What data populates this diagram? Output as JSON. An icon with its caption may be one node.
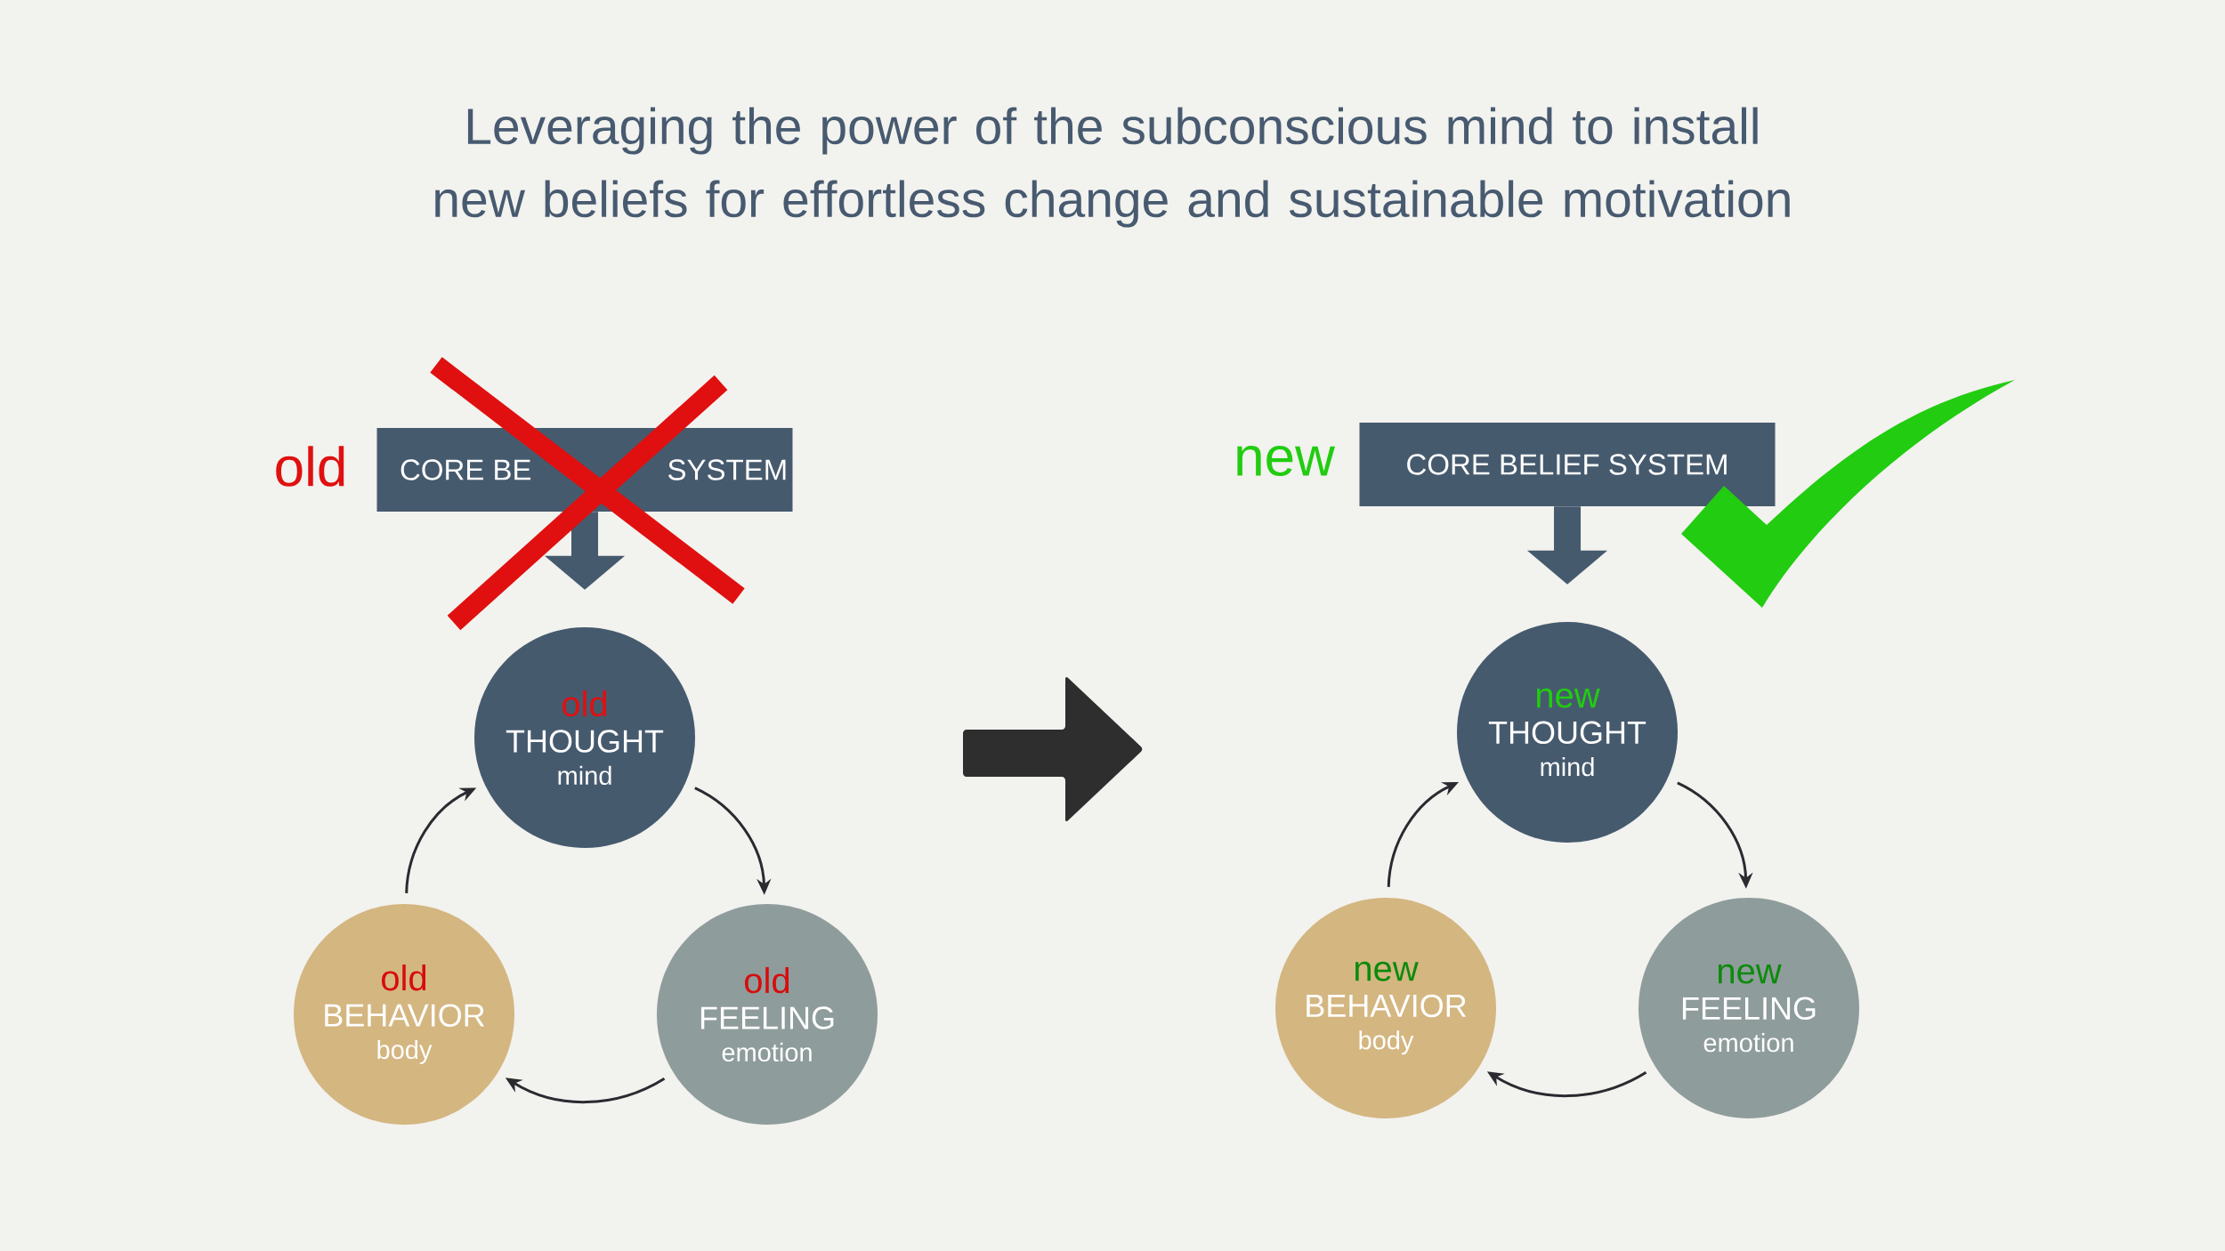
{
  "diagram": {
    "title": "Leveraging the power of the subconscious mind to install new beliefs for effortless change and sustainable motivation",
    "nodes": [
      {
        "text": [
          "CORE BE",
          "SYSTEM"
        ],
        "beside": [
          "old"
        ]
      },
      {
        "text": [
          "old",
          "THOUGHT",
          "mind"
        ]
      },
      {
        "text": [
          "old",
          "FEELING",
          "emotion"
        ]
      },
      {
        "text": [
          "old",
          "BEHAVIOR",
          "body"
        ]
      },
      {
        "text": [
          "CORE BELIEF SYSTEM"
        ],
        "beside": [
          "new"
        ]
      },
      {
        "text": [
          "new",
          "THOUGHT",
          "mind"
        ]
      },
      {
        "text": [
          "new",
          "FEELING",
          "emotion"
        ]
      },
      {
        "text": [
          "new",
          "BEHAVIOR",
          "body"
        ]
      }
    ],
    "edges": [
      {
        "from": 0,
        "to": 1,
        "arrow": "to",
        "style": "thick",
        "color": "#465a6e"
      },
      {
        "from": 1,
        "to": 2,
        "arrow": "to"
      },
      {
        "from": 2,
        "to": 3,
        "arrow": "to"
      },
      {
        "from": 3,
        "to": 1,
        "arrow": "to"
      },
      {
        "from": 4,
        "to": 5,
        "arrow": "to",
        "style": "thick",
        "color": "#465a6e"
      },
      {
        "from": 5,
        "to": 6,
        "arrow": "to"
      },
      {
        "from": 6,
        "to": 7,
        "arrow": "to"
      },
      {
        "from": 7,
        "to": 5,
        "arrow": "to"
      }
    ]
  }
}
